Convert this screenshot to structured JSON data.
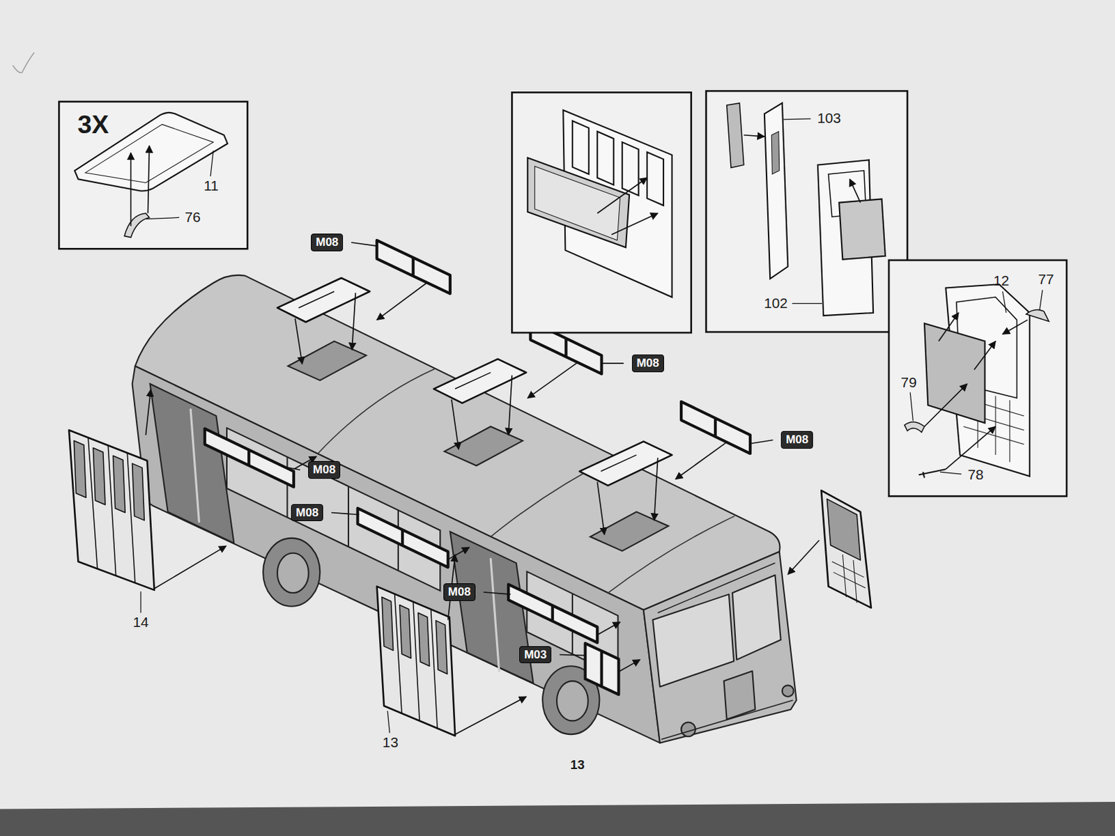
{
  "diagram": {
    "nodes": [
      {
        "text": [
          "M08"
        ]
      },
      {
        "text": [
          "M08"
        ]
      },
      {
        "text": [
          "M08"
        ]
      },
      {
        "text": [
          "M08"
        ]
      },
      {
        "text": [
          "M08"
        ]
      },
      {
        "text": [
          "M08"
        ]
      },
      {
        "text": [
          "M03"
        ]
      }
    ],
    "labels": [
      "3X",
      "11",
      "76",
      "103",
      "102",
      "12",
      "77",
      "79",
      "78",
      "14",
      "13",
      "13"
    ]
  }
}
